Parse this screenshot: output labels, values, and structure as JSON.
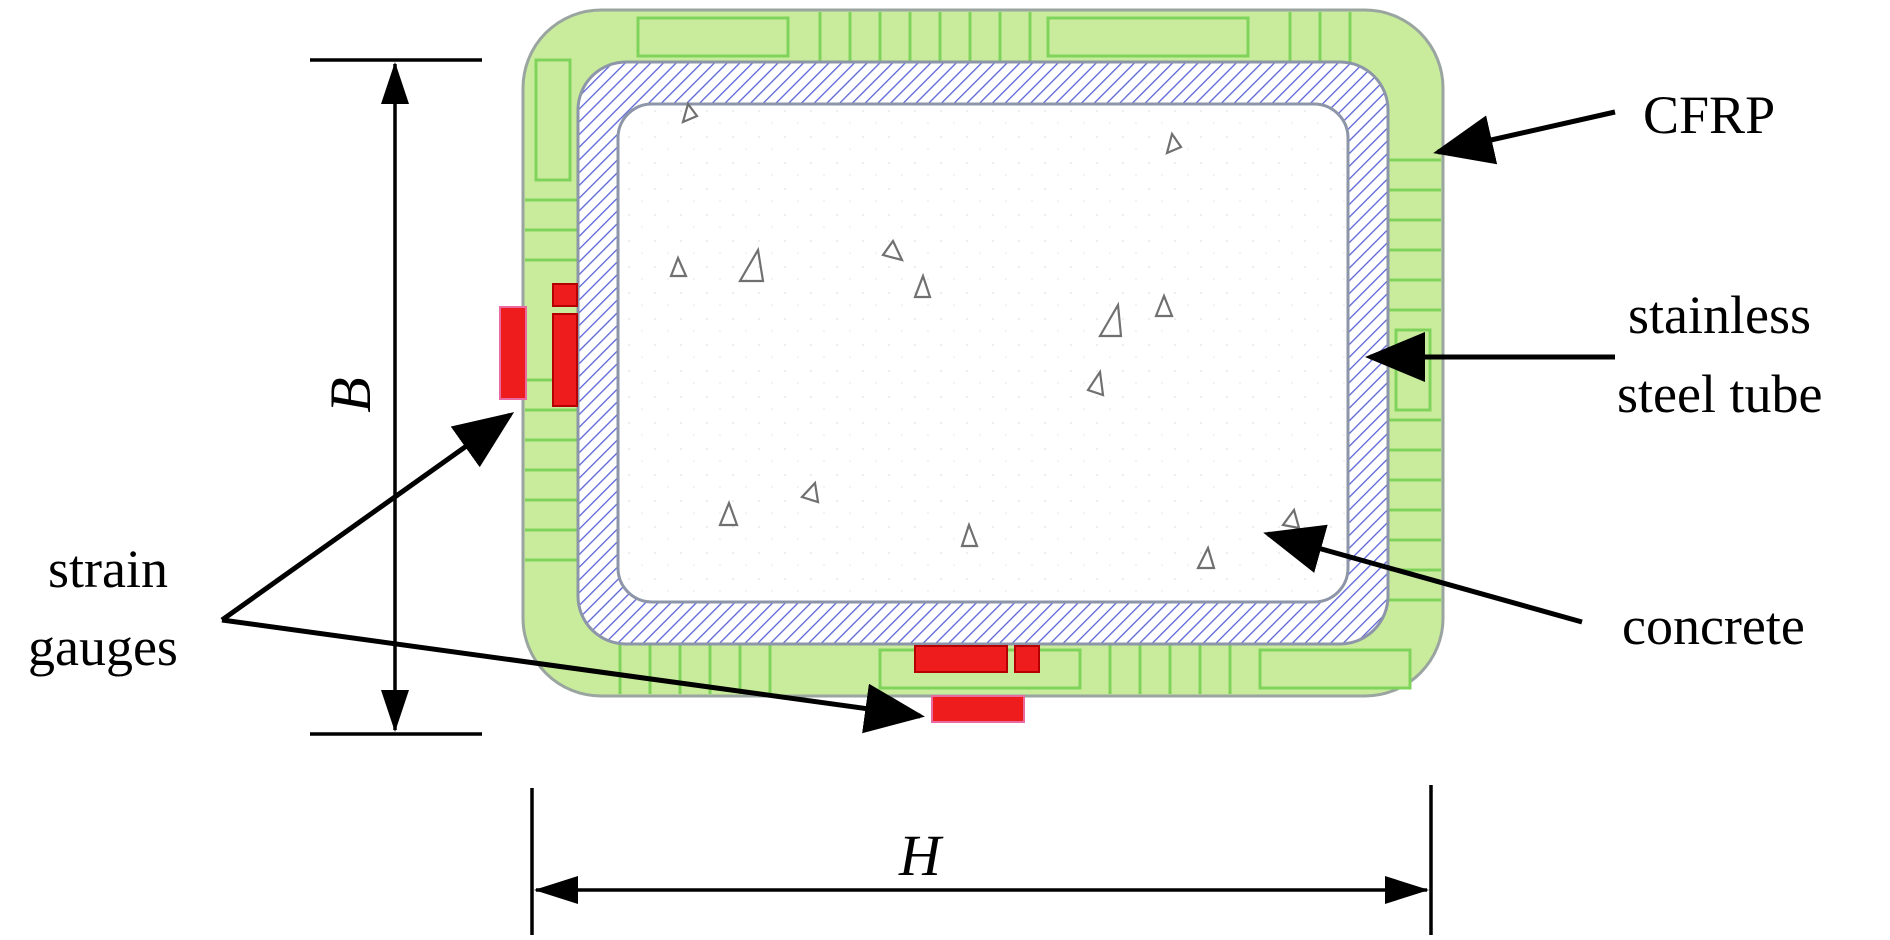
{
  "labels": {
    "cfrp": "CFRP",
    "stainless_line1": "stainless",
    "stainless_line2": "steel tube",
    "concrete": "concrete",
    "strain_line1": "strain",
    "strain_line2": "gauges"
  },
  "dimensions": {
    "height": "B",
    "width": "H"
  },
  "colors": {
    "cfrp_fill": "#c8ec9c",
    "cfrp_stripe": "#7fd35a",
    "cfrp_outline": "#9aa5a0",
    "steel_hatch": "#5a63d8",
    "steel_outline": "#8d96a8",
    "concrete_fill": "#ffffff",
    "aggregate": "#707070",
    "gauge": "#ee1c1c",
    "gauge_edge": "#b40000",
    "arrow": "#000000"
  }
}
